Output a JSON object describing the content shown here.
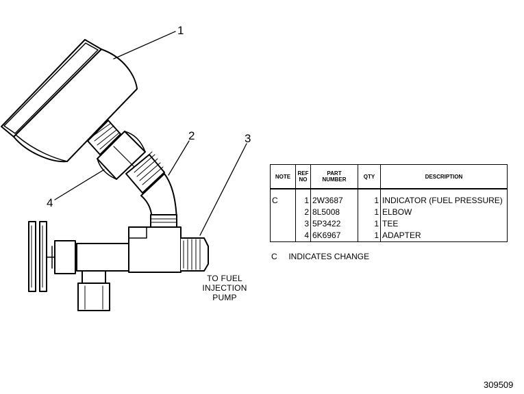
{
  "callouts": {
    "ref_1": "1",
    "ref_2": "2",
    "ref_3": "3",
    "ref_4": "4"
  },
  "pump_label": [
    "TO FUEL",
    "INJECTION",
    "PUMP"
  ],
  "parts_table": {
    "headers": {
      "note": "NOTE",
      "ref": [
        "REF",
        "NO"
      ],
      "part": [
        "PART",
        "NUMBER"
      ],
      "qty": "QTY",
      "description": "DESCRIPTION"
    },
    "rows": [
      {
        "note": "C",
        "ref": "1",
        "part": "2W3687",
        "qty": "1",
        "description": "INDICATOR (FUEL PRESSURE)"
      },
      {
        "note": "",
        "ref": "2",
        "part": "8L5008",
        "qty": "1",
        "description": "ELBOW"
      },
      {
        "note": "",
        "ref": "3",
        "part": "5P3422",
        "qty": "1",
        "description": "TEE"
      },
      {
        "note": "",
        "ref": "4",
        "part": "6K6967",
        "qty": "1",
        "description": "ADAPTER"
      }
    ]
  },
  "change_note": {
    "symbol": "C",
    "text": "INDICATES CHANGE"
  },
  "figure_id": "309509"
}
